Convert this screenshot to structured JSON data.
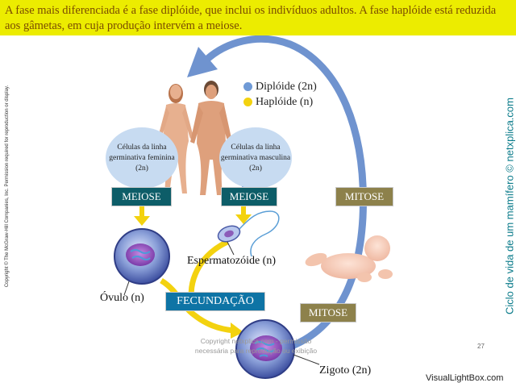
{
  "header": {
    "text": "A fase mais diferenciada é a fase diplóide, que inclui os indivíduos adultos. A fase haplóide está reduzida aos gâmetas, em cuja produção intervém a meiose."
  },
  "side_copyright": "Copyright © The McGraw-Hill Companies, Inc. Permission required for reproduction or display.",
  "side_title": "Ciclo de vida de um mamífero © netxplica.com",
  "legend": [
    {
      "label": "Diplóide (2n)",
      "color": "#6f9ad6"
    },
    {
      "label": "Haplóide (n)",
      "color": "#f3d20f"
    }
  ],
  "bubbles": {
    "female": "Células da linha germinativa feminina (2n)",
    "male": "Células da linha germinativa masculina (2n)"
  },
  "boxes": {
    "meiose_left": "MEIOSE",
    "meiose_right": "MEIOSE",
    "mitose_top": "MITOSE",
    "mitose_bottom": "MITOSE",
    "fecundacao": "FECUNDAÇÃO"
  },
  "labels": {
    "espermatozoide": "Espermatozóide (n)",
    "ovulo": "Óvulo (n)",
    "zigoto": "Zigoto (2n)"
  },
  "watermark": {
    "line1": "Copyright netxplica.com - permissão",
    "line2": "necessária para reprodução ou exibição"
  },
  "page_number": "27",
  "footer_brand": "VisualLightBox.com"
}
